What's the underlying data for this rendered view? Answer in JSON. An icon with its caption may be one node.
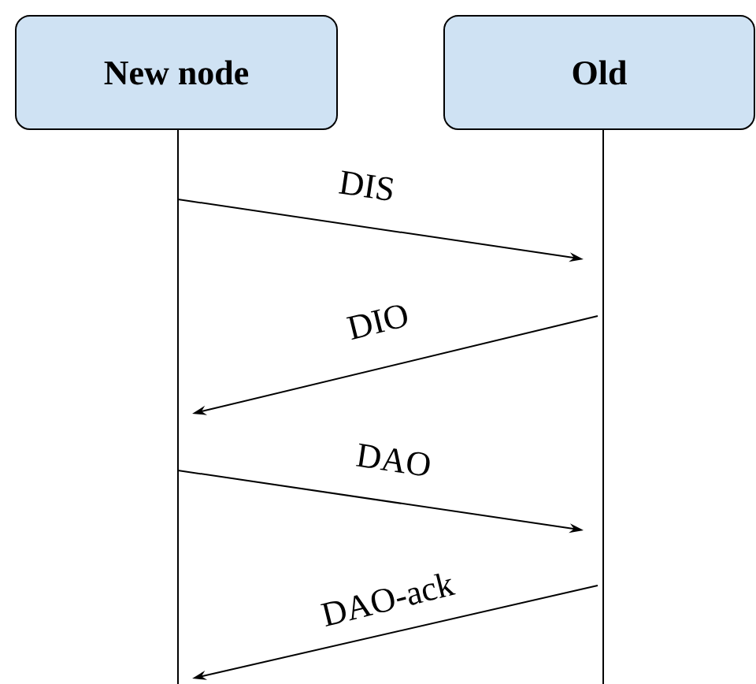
{
  "diagram": {
    "nodes": [
      {
        "text": [
          "New node"
        ]
      },
      {
        "text": [
          "Old"
        ]
      }
    ],
    "edges": [
      {
        "from": 0,
        "to": 1,
        "arrow": "to",
        "label": "DIS"
      },
      {
        "from": 1,
        "to": 0,
        "arrow": "to",
        "label": "DIO"
      },
      {
        "from": 0,
        "to": 1,
        "arrow": "to",
        "label": "DAO"
      },
      {
        "from": 1,
        "to": 0,
        "arrow": "to",
        "label": "DAO-ack"
      }
    ]
  }
}
